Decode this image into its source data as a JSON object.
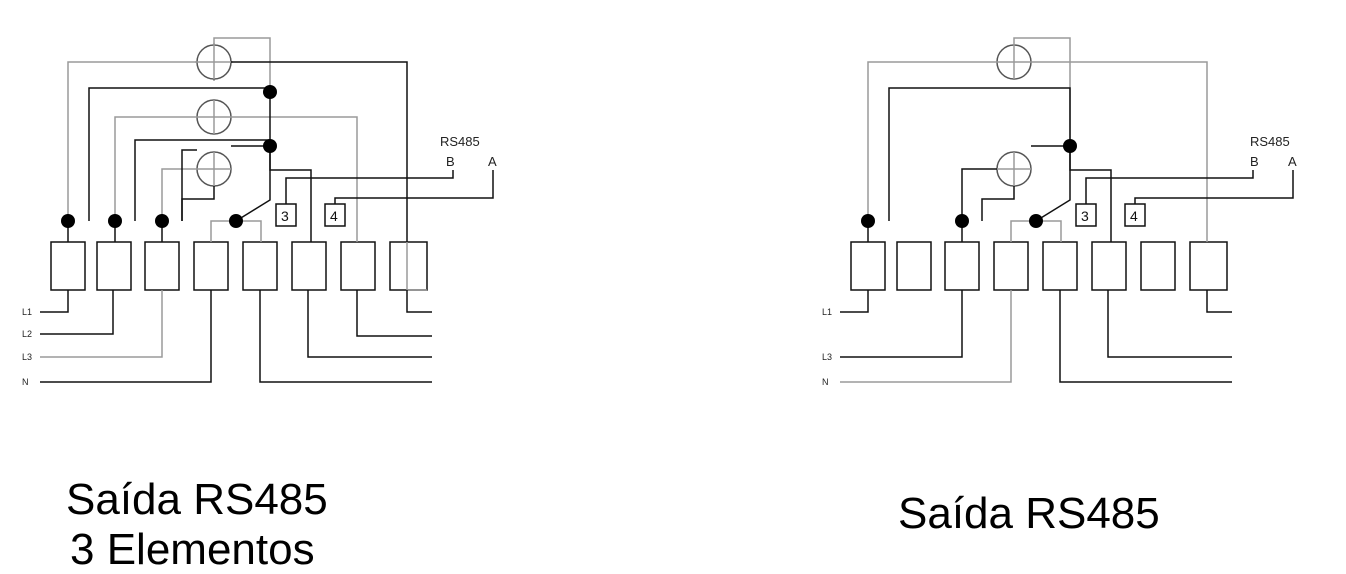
{
  "colors": {
    "line_black": "#111111",
    "line_gray": "#9a9a9a",
    "background": "#ffffff"
  },
  "left_diagram": {
    "bus_label": "RS485",
    "bus_b": "B",
    "bus_a": "A",
    "terminal_3": "3",
    "terminal_4": "4",
    "lines": [
      "L1",
      "L2",
      "L3",
      "N"
    ],
    "caption_line1": "Saída RS485",
    "caption_line2": "3 Elementos"
  },
  "right_diagram": {
    "bus_label": "RS485",
    "bus_b": "B",
    "bus_a": "A",
    "terminal_3": "3",
    "terminal_4": "4",
    "lines": [
      "L1",
      "L3",
      "N"
    ],
    "caption_line1": "Saída RS485"
  }
}
